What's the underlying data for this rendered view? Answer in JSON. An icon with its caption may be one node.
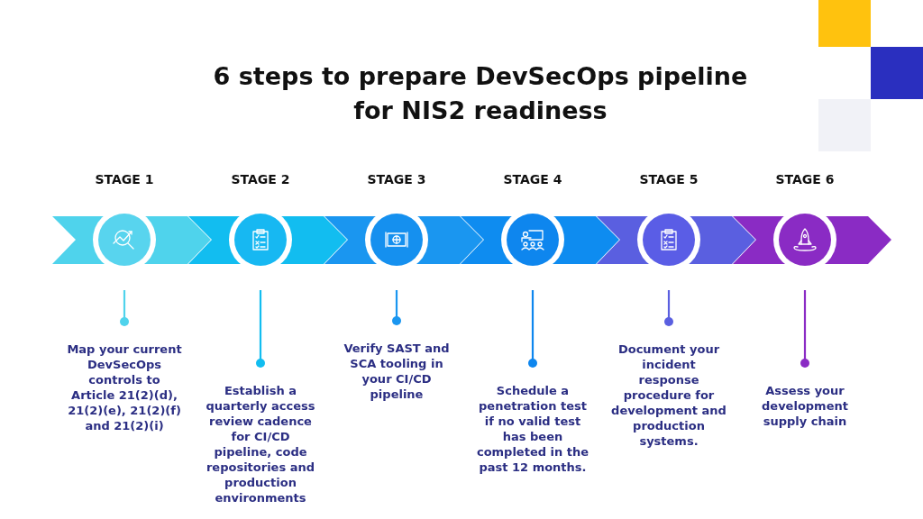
{
  "diagram": {
    "title": "6 steps to prepare DevSecOps pipeline for NIS2 readiness",
    "nodes": [
      {
        "text": [
          "STAGE 1"
        ]
      },
      {
        "text": [
          "STAGE 2"
        ]
      },
      {
        "text": [
          "STAGE 3"
        ]
      },
      {
        "text": [
          "STAGE 4"
        ]
      },
      {
        "text": [
          "STAGE 5"
        ]
      },
      {
        "text": [
          "STAGE 6"
        ]
      },
      {
        "text": [
          "Map your current DevSecOps controls to Article 21(2)(d), 21(2)(e), 21(2)(f) and 21(2)(i)"
        ]
      },
      {
        "text": [
          "Establish a quarterly access review cadence for CI/CD pipeline, code repositories and production environments"
        ]
      },
      {
        "text": [
          "Verify SAST and SCA tooling in your CI/CD pipeline"
        ]
      },
      {
        "text": [
          "Schedule a penetration test if no valid test has been completed in the past 12 months."
        ]
      },
      {
        "text": [
          "Document your incident response procedure for development and production systems."
        ]
      },
      {
        "text": [
          "Assess your development supply chain"
        ]
      }
    ],
    "edges": [
      {
        "from": 0,
        "to": 6,
        "arrow": "other",
        "color": "#4fd3ec"
      },
      {
        "from": 1,
        "to": 7,
        "arrow": "other",
        "color": "#12bdf0"
      },
      {
        "from": 2,
        "to": 8,
        "arrow": "other",
        "color": "#1a96f0"
      },
      {
        "from": 3,
        "to": 9,
        "arrow": "other",
        "color": "#0e86ee"
      },
      {
        "from": 4,
        "to": 10,
        "arrow": "other",
        "color": "#5a5fe0"
      },
      {
        "from": 5,
        "to": 11,
        "arrow": "other",
        "color": "#8a2bc4"
      }
    ]
  }
}
